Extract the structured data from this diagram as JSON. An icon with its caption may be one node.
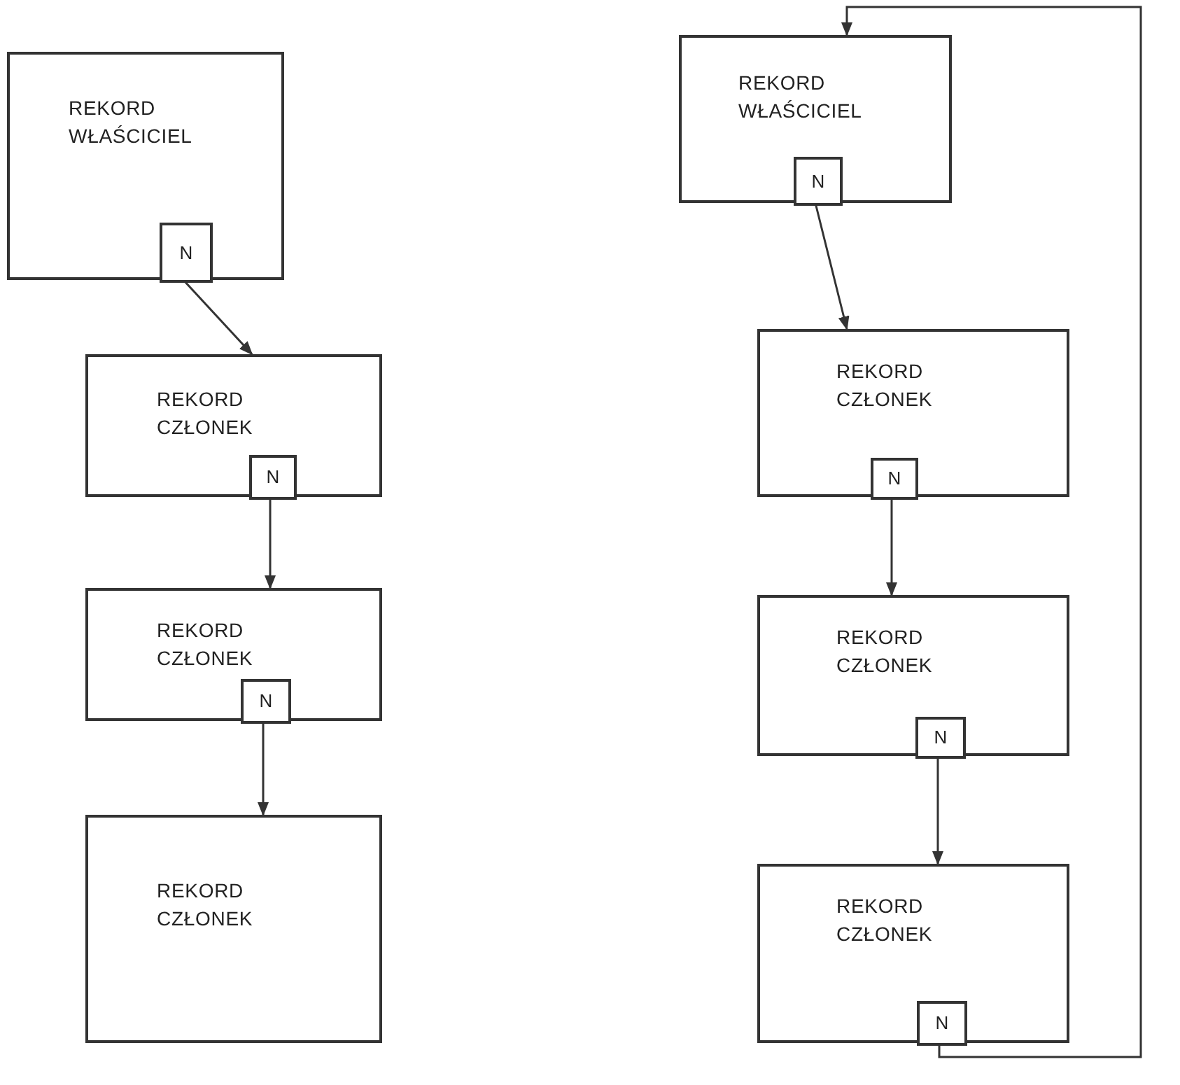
{
  "diagram": {
    "nodes": [
      {
        "text": [
          "REKORD WŁAŚCICIEL"
        ]
      },
      {
        "text": [
          "N"
        ],
        "in": 0
      },
      {
        "text": [
          "REKORD CZŁONEK"
        ]
      },
      {
        "text": [
          "N"
        ],
        "in": 2
      },
      {
        "text": [
          "REKORD CZŁONEK"
        ]
      },
      {
        "text": [
          "N"
        ],
        "in": 4
      },
      {
        "text": [
          "REKORD CZŁONEK"
        ]
      },
      {
        "text": [
          "REKORD WŁAŚCICIEL"
        ]
      },
      {
        "text": [
          "N"
        ],
        "in": 7
      },
      {
        "text": [
          "REKORD CZŁONEK"
        ]
      },
      {
        "text": [
          "N"
        ],
        "in": 9
      },
      {
        "text": [
          "REKORD CZŁONEK"
        ]
      },
      {
        "text": [
          "N"
        ],
        "in": 11
      },
      {
        "text": [
          "REKORD CZŁONEK"
        ]
      },
      {
        "text": [
          "N"
        ],
        "in": 13
      }
    ],
    "edges": [
      {
        "from": 1,
        "to": 2,
        "arrow": "to"
      },
      {
        "from": 3,
        "to": 4,
        "arrow": "to"
      },
      {
        "from": 5,
        "to": 6,
        "arrow": "to"
      },
      {
        "from": 8,
        "to": 9,
        "arrow": "to"
      },
      {
        "from": 10,
        "to": 11,
        "arrow": "to"
      },
      {
        "from": 12,
        "to": 13,
        "arrow": "to"
      },
      {
        "from": 14,
        "to": 7,
        "arrow": "to"
      }
    ]
  }
}
